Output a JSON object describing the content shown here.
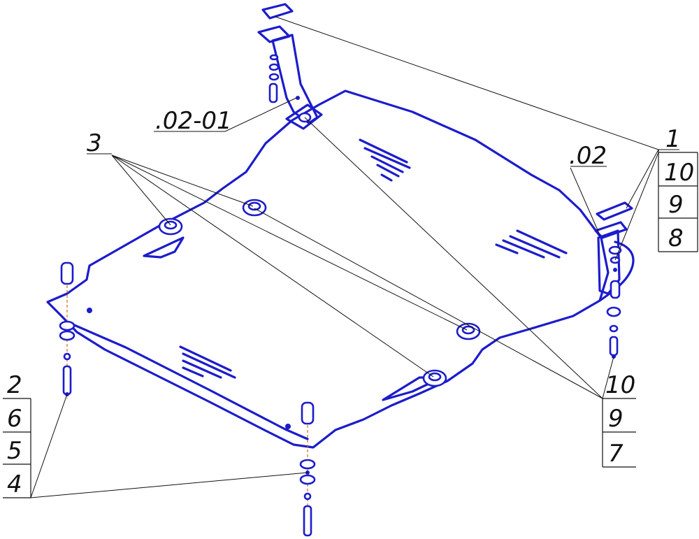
{
  "labels": {
    "ref_02_01": ".02-01",
    "ref_02": ".02",
    "ref_3": "3",
    "ref_1": "1",
    "top_right_stack": [
      "10",
      "9",
      "8"
    ],
    "bottom_right_stack": [
      "10",
      "9",
      "7"
    ],
    "left_stack": [
      "2",
      "6",
      "5",
      "4"
    ]
  },
  "colors": {
    "part_outline": "#1c1ccc",
    "leader": "#111111",
    "axis": "#d06a1a"
  }
}
